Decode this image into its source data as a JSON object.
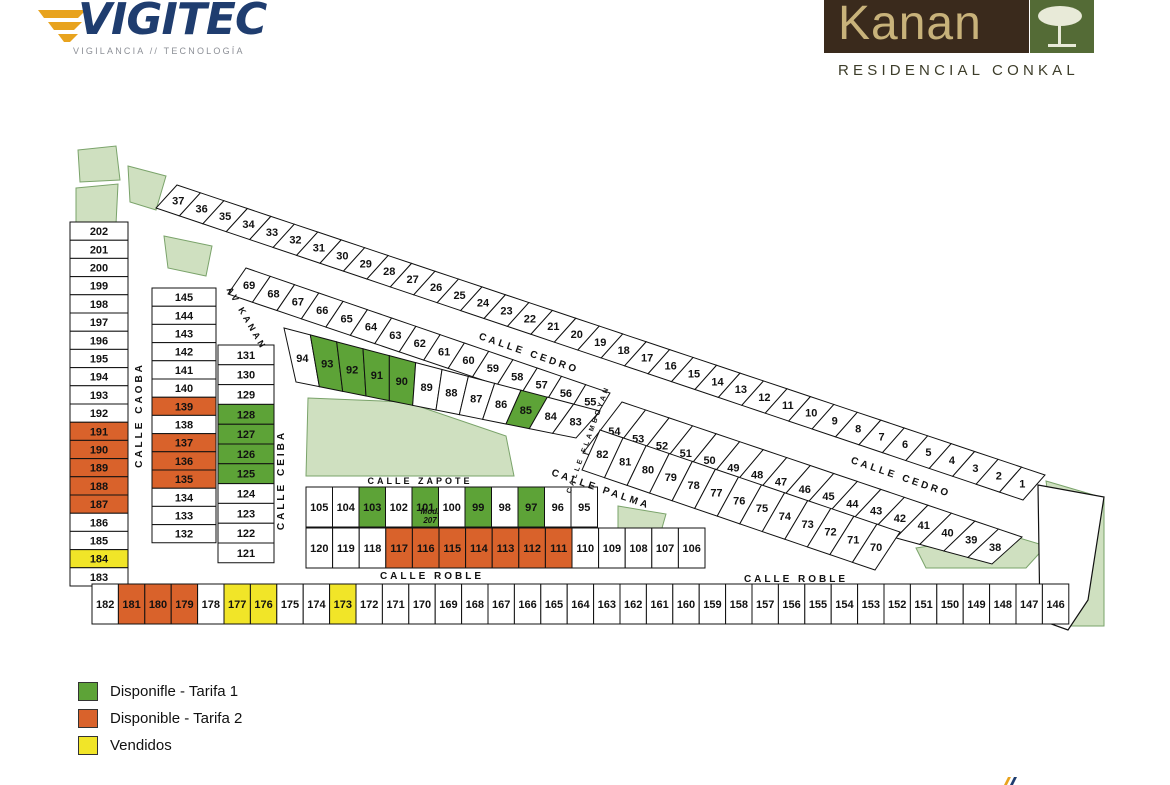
{
  "header": {
    "vigitec": {
      "brand": "VIGITEC",
      "tagline": "VIGILANCIA // TECNOLOGÍA"
    },
    "kanan": {
      "name": "Kanan",
      "subtitle": "RESIDENCIAL CONKAL"
    }
  },
  "colors": {
    "tarifa1": "#5da337",
    "tarifa2": "#d9622b",
    "vendido": "#f1e528",
    "line": "#111111",
    "park": "#cfe0c0"
  },
  "streets": {
    "av_kanan": "AV KANAN",
    "calle_caoba": "CALLE CAOBA",
    "calle_ceiba": "CALLE CEIBA",
    "calle_cedro_1": "CALLE CEDRO",
    "calle_cedro_2": "CALLE CEDRO",
    "calle_flamboyan": "CALLE FLAMBOYAN",
    "calle_palma": "CALLE PALMA",
    "calle_zapote": "CALLE ZAPOTE",
    "calle_roble_1": "CALLE ROBLE",
    "calle_roble_2": "CALLE ROBLE"
  },
  "mod_label": [
    "Mod.",
    "207"
  ],
  "map": {
    "top_strip": [
      "37",
      "36",
      "35",
      "34",
      "33",
      "32",
      "31",
      "30",
      "29",
      "28",
      "27",
      "26",
      "25",
      "24",
      "23",
      "22",
      "21",
      "20",
      "19",
      "18",
      "17",
      "16",
      "15",
      "14",
      "13",
      "12",
      "11",
      "10",
      "9",
      "8",
      "7",
      "6",
      "5",
      "4",
      "3",
      "2",
      "1"
    ],
    "row_69": [
      "69",
      "68",
      "67",
      "66",
      "65",
      "64",
      "63",
      "62",
      "61",
      "60",
      "59",
      "58",
      "57",
      "56",
      "55"
    ],
    "row_94": [
      "94",
      "93",
      "92",
      "91",
      "90",
      "89",
      "88",
      "87",
      "86",
      "85",
      "84",
      "83"
    ],
    "row_54": [
      "54",
      "53",
      "52",
      "51",
      "50",
      "49",
      "48",
      "47",
      "46",
      "45",
      "44",
      "43",
      "42",
      "41",
      "40",
      "39",
      "38"
    ],
    "row_82": [
      "82",
      "81",
      "80",
      "79",
      "78",
      "77",
      "76",
      "75",
      "74",
      "73",
      "72",
      "71",
      "70"
    ],
    "col_left": [
      "202",
      "201",
      "200",
      "199",
      "198",
      "197",
      "196",
      "195",
      "194",
      "193",
      "192",
      "191",
      "190",
      "189",
      "188",
      "187",
      "186",
      "185",
      "184",
      "183"
    ],
    "col_145": [
      "145",
      "144",
      "143",
      "142",
      "141",
      "140",
      "139",
      "138",
      "137",
      "136",
      "135",
      "134",
      "133",
      "132"
    ],
    "col_131": [
      "131",
      "130",
      "129",
      "128",
      "127",
      "126",
      "125",
      "124",
      "123",
      "122",
      "121"
    ],
    "row_105": [
      "105",
      "104",
      "103",
      "102",
      "101",
      "100",
      "99",
      "98",
      "97",
      "96",
      "95"
    ],
    "row_120": [
      "120",
      "119",
      "118",
      "117",
      "116",
      "115",
      "114",
      "113",
      "112",
      "111",
      "110",
      "109",
      "108",
      "107",
      "106"
    ],
    "bottom": [
      "182",
      "181",
      "180",
      "179",
      "178",
      "177",
      "176",
      "175",
      "174",
      "173",
      "172",
      "171",
      "170",
      "169",
      "168",
      "167",
      "166",
      "165",
      "164",
      "163",
      "162",
      "161",
      "160",
      "159",
      "158",
      "157",
      "156",
      "155",
      "154",
      "153",
      "152",
      "151",
      "150",
      "149",
      "148",
      "147",
      "146"
    ],
    "status": {
      "tarifa1": [
        "93",
        "92",
        "91",
        "90",
        "85",
        "128",
        "127",
        "126",
        "125",
        "103",
        "101",
        "99",
        "97"
      ],
      "tarifa2": [
        "191",
        "190",
        "189",
        "188",
        "187",
        "139",
        "137",
        "136",
        "135",
        "117",
        "116",
        "115",
        "114",
        "113",
        "112",
        "111",
        "181",
        "180",
        "179"
      ],
      "vendido": [
        "184",
        "177",
        "176",
        "173"
      ]
    }
  },
  "legend": [
    {
      "label": "Disponifle - Tarifa 1",
      "color": "#5da337"
    },
    {
      "label": "Disponible - Tarifa 2",
      "color": "#d9622b"
    },
    {
      "label": "Vendidos",
      "color": "#f1e528"
    }
  ]
}
